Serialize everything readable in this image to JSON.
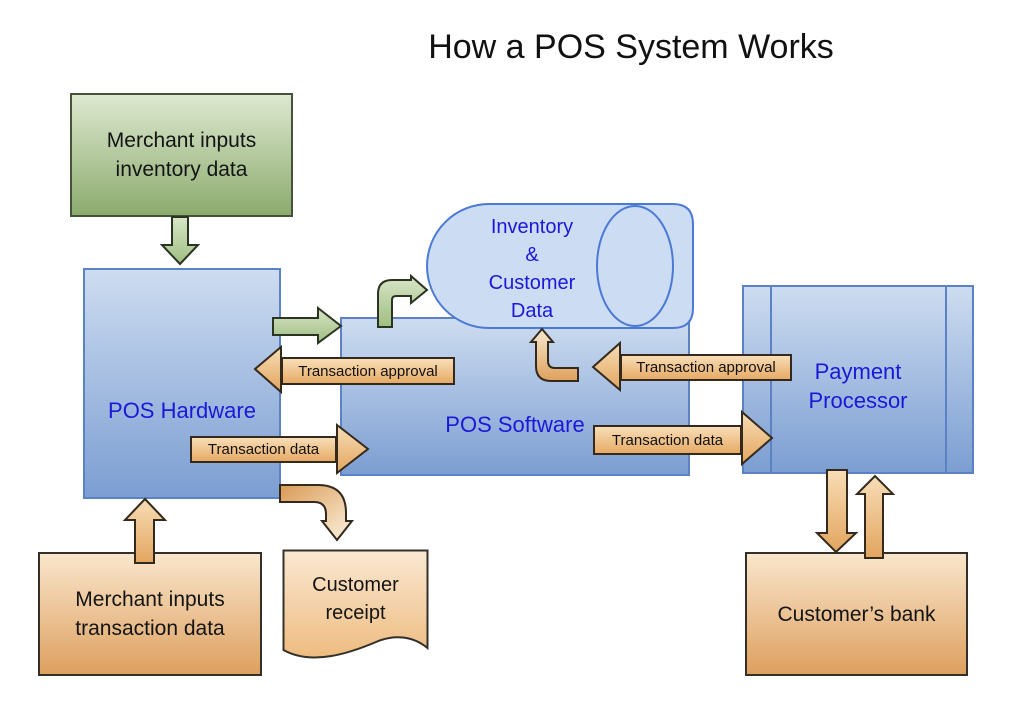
{
  "title": "How a POS System Works",
  "palette": {
    "blue_text": "#1b18d8",
    "blue_box_border": "#5b82c4",
    "blue_box_top": "#cddcf0",
    "blue_box_bottom": "#7c9ed2",
    "cylinder_fill": "#ccdcf2",
    "cylinder_border": "#4b79d6",
    "green_box_top": "#dde8d0",
    "green_box_bottom": "#8cab6e",
    "green_arrow_top": "#d8e5c8",
    "green_arrow_bottom": "#9fbe80",
    "orange_arrow_top": "#f8ddb6",
    "orange_arrow_bottom": "#e2a55f",
    "dark_outline": "#33291c"
  },
  "nodes": {
    "merchant_inventory": {
      "line1": "Merchant inputs",
      "line2": "inventory data"
    },
    "pos_hardware": {
      "label": "POS Hardware"
    },
    "pos_software": {
      "label": "POS Software"
    },
    "database": {
      "line1": "Inventory",
      "line2": "&",
      "line3": "Customer",
      "line4": "Data"
    },
    "payment_processor": {
      "line1": "Payment",
      "line2": "Processor"
    },
    "merchant_transaction": {
      "line1": "Merchant inputs",
      "line2": "transaction data"
    },
    "customer_receipt": {
      "line1": "Customer",
      "line2": "receipt"
    },
    "customer_bank": {
      "label": "Customer’s bank"
    }
  },
  "edges": {
    "approval_left": "Transaction approval",
    "data_left": "Transaction data",
    "approval_right": "Transaction approval",
    "data_right": "Transaction data"
  }
}
